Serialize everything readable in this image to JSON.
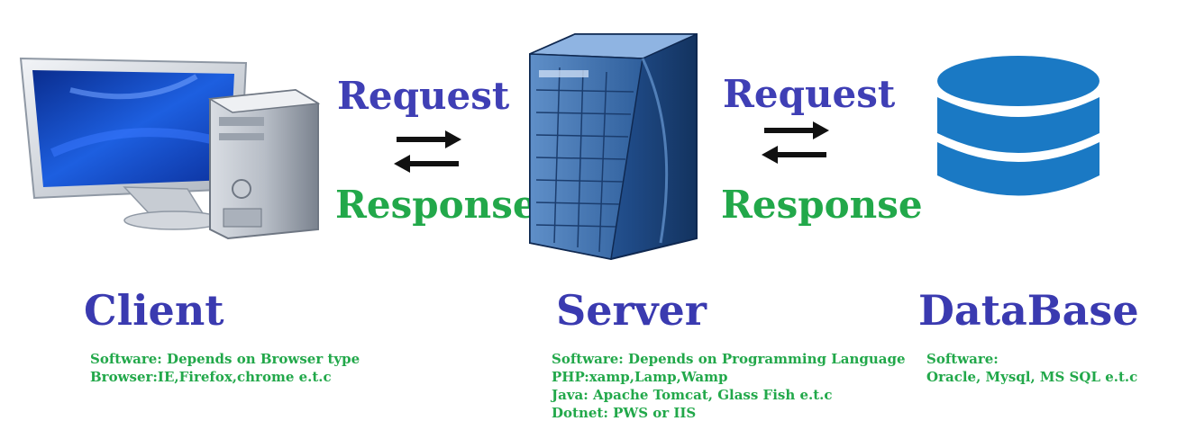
{
  "colors": {
    "request": "#3f3fb5",
    "response": "#22a84a",
    "title": "#3a3ab0",
    "desc": "#22a84a",
    "arrow": "#111111",
    "db": "#1a79c4"
  },
  "links": [
    {
      "request": "Request",
      "response": "Response"
    },
    {
      "request": "Request",
      "response": "Response"
    }
  ],
  "nodes": {
    "client": {
      "title": "Client",
      "icon": "desktop-computer-icon",
      "lines": [
        "Software: Depends on Browser type",
        "Browser:IE,Firefox,chrome e.t.c"
      ]
    },
    "server": {
      "title": "Server",
      "icon": "server-tower-icon",
      "lines": [
        "Software: Depends on Programming Language",
        "PHP:xamp,Lamp,Wamp",
        "Java: Apache Tomcat, Glass Fish e.t.c",
        "Dotnet: PWS or IIS"
      ]
    },
    "database": {
      "title": "DataBase",
      "icon": "database-cylinder-icon",
      "lines": [
        "Software:",
        "Oracle, Mysql, MS SQL e.t.c"
      ]
    }
  }
}
